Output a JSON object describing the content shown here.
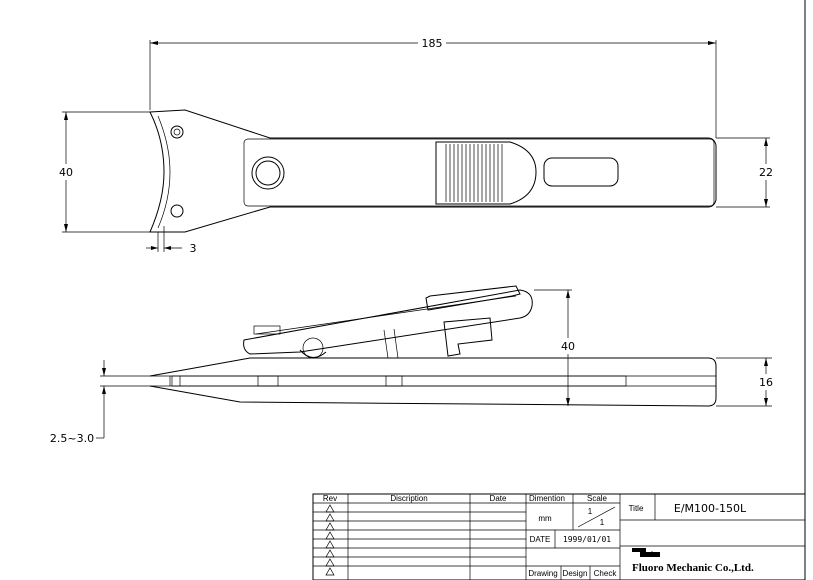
{
  "dimensions": {
    "overall_length": "185",
    "head_width": "40",
    "body_width": "22",
    "head_thickness": "3",
    "open_height": "40",
    "closed_height": "16",
    "gap": "2.5~3.0"
  },
  "title_block": {
    "rev_header": "Rev",
    "description_header": "Discription",
    "date_header": "Date",
    "dimention_header": "Dimention",
    "scale_header": "Scale",
    "dimention_value": "mm",
    "scale_top": "1",
    "scale_bottom": "1",
    "date_label": "DATE",
    "date_value": "1999/01/01",
    "drawing_label": "Drawing",
    "design_label": "Design",
    "check_label": "Check",
    "title_label": "Title",
    "title_value": "E/M100-150L",
    "company": "Fluoro Mechanic Co.,Ltd."
  },
  "colors": {
    "line": "#000000",
    "paper": "#ffffff"
  }
}
